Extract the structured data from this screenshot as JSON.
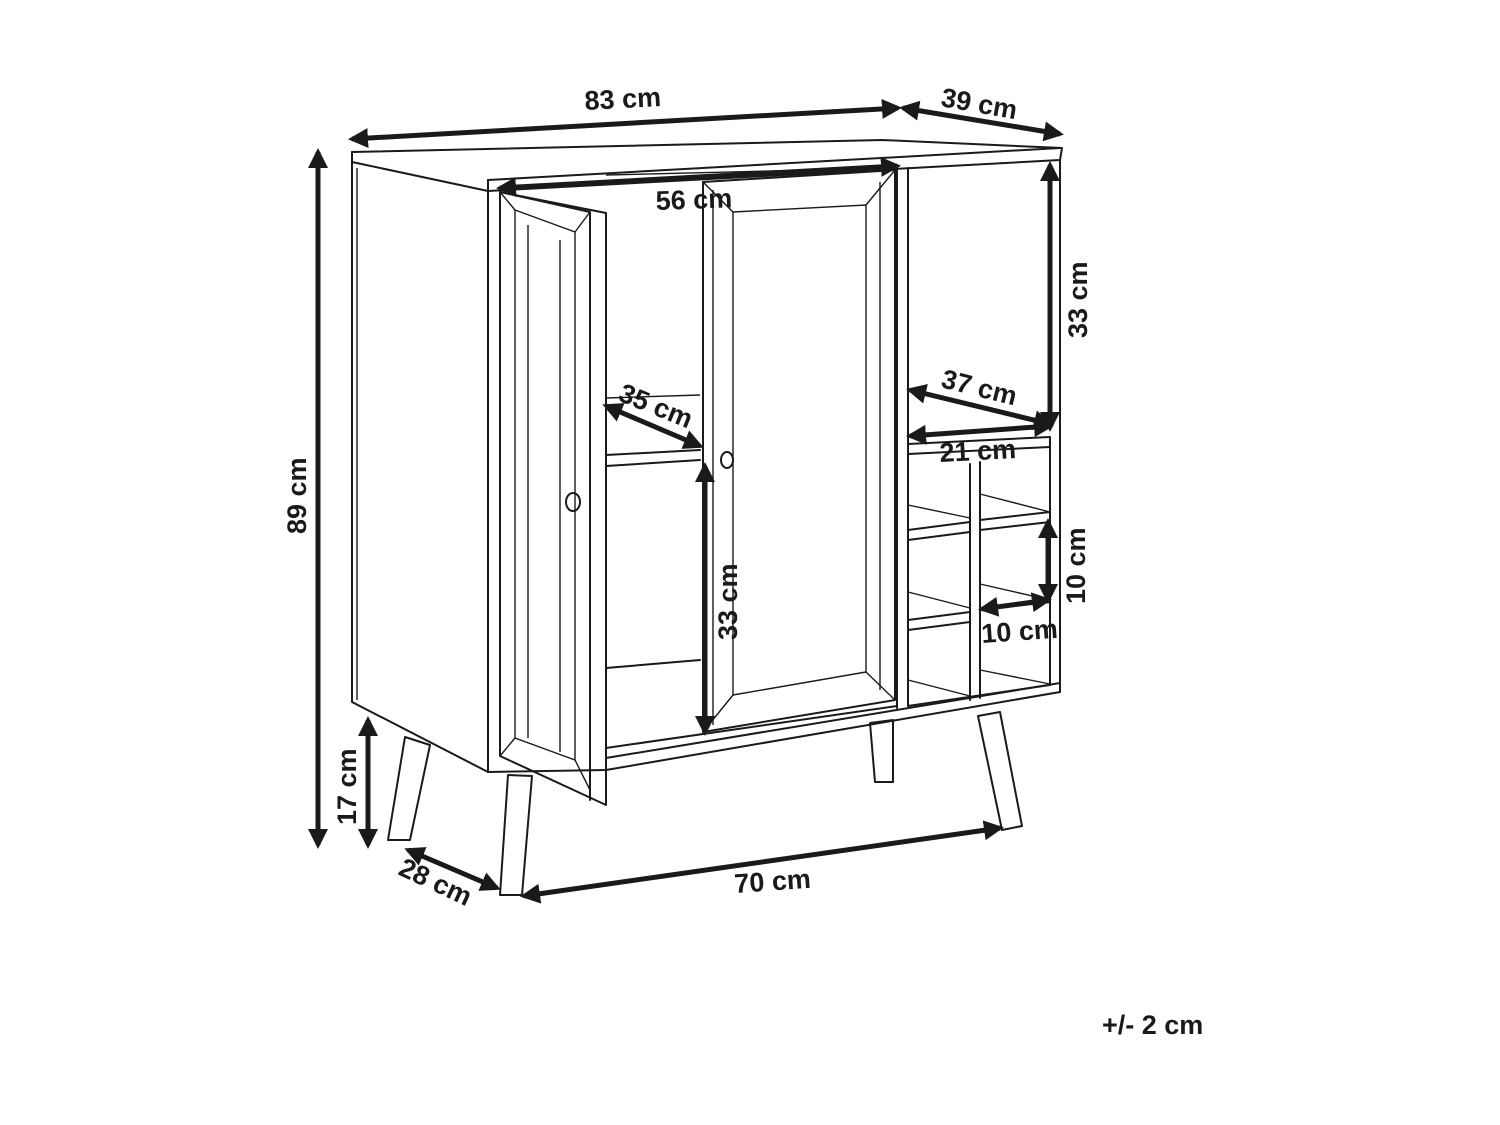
{
  "dimensions": {
    "width": "83 cm",
    "depth": "39 cm",
    "height": "89 cm",
    "inner_width": "56 cm",
    "open_shelf_height": "33 cm",
    "open_shelf_depth": "37 cm",
    "open_shelf_width": "21 cm",
    "inner_shelf_depth": "35 cm",
    "inner_shelf_height": "33 cm",
    "bottle_slot_height": "10 cm",
    "bottle_slot_width": "10 cm",
    "leg_height": "17 cm",
    "leg_depth_span": "28 cm",
    "leg_width_span": "70 cm"
  },
  "tolerance": "+/- 2 cm"
}
